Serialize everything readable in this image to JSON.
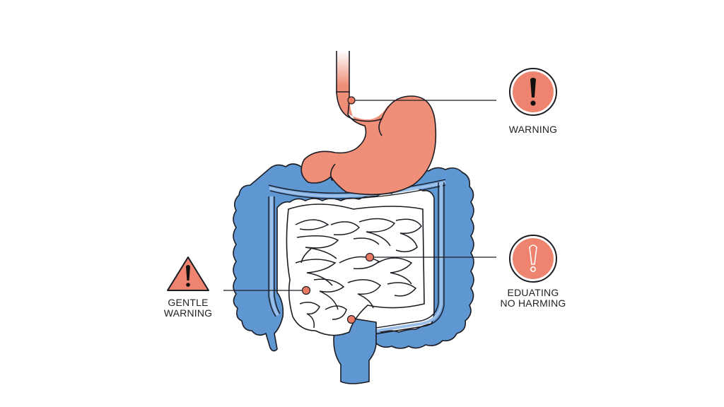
{
  "colors": {
    "stomach": "#ef8f78",
    "colon": "#5f97d3",
    "colon_inner": "#9cc0e8",
    "small_intestine": "#ffffff",
    "outline": "#1c1c24",
    "marker": "#ea7a62",
    "icon_fill": "#ee8370",
    "background": "#ffffff"
  },
  "callouts": [
    {
      "id": "warning",
      "icon": "warning-circle-icon",
      "lines": [
        "WARNING"
      ],
      "anchor": "esophagus-stomach junction"
    },
    {
      "id": "educating",
      "icon": "info-exclamation-circle-icon",
      "lines": [
        "EDUATING",
        "NO HARMING"
      ],
      "anchor": "small intestine"
    },
    {
      "id": "gentle",
      "icon": "warning-triangle-icon",
      "lines": [
        "GENTLE",
        "WARNING"
      ],
      "anchor": "ileocecal region"
    }
  ],
  "organs": [
    "esophagus",
    "stomach",
    "large intestine (colon)",
    "small intestine",
    "rectum"
  ]
}
